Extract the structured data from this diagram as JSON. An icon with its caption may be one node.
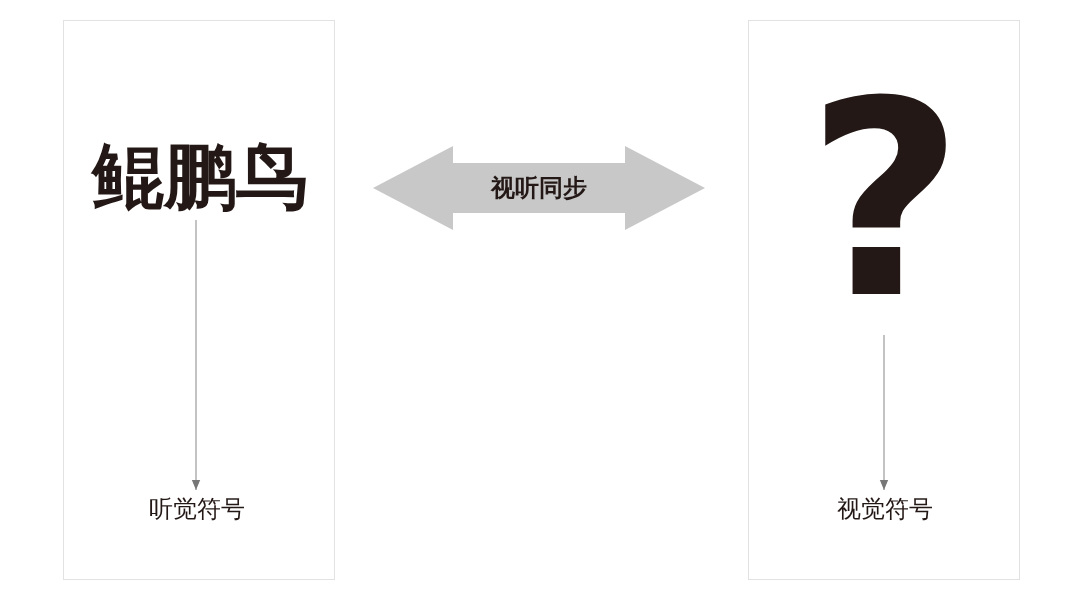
{
  "diagram": {
    "nodes": [
      {
        "text": [],
        "shape": "box"
      },
      {
        "text": [
          "鲲鹏鸟"
        ],
        "in": 0
      },
      {
        "text": [
          "听觉符号"
        ],
        "in": 0
      },
      {
        "text": [],
        "shape": "box"
      },
      {
        "text": [
          "?"
        ],
        "in": 3
      },
      {
        "text": [
          "视觉符号"
        ],
        "in": 3
      }
    ],
    "edges": [
      {
        "from": 1,
        "to": 2,
        "arrow": "to"
      },
      {
        "from": 4,
        "to": 5,
        "arrow": "to"
      },
      {
        "from": 1,
        "to": 4,
        "arrow": "both",
        "label": "视听同步",
        "style": "thick",
        "color": "#c8c8c8"
      }
    ]
  }
}
